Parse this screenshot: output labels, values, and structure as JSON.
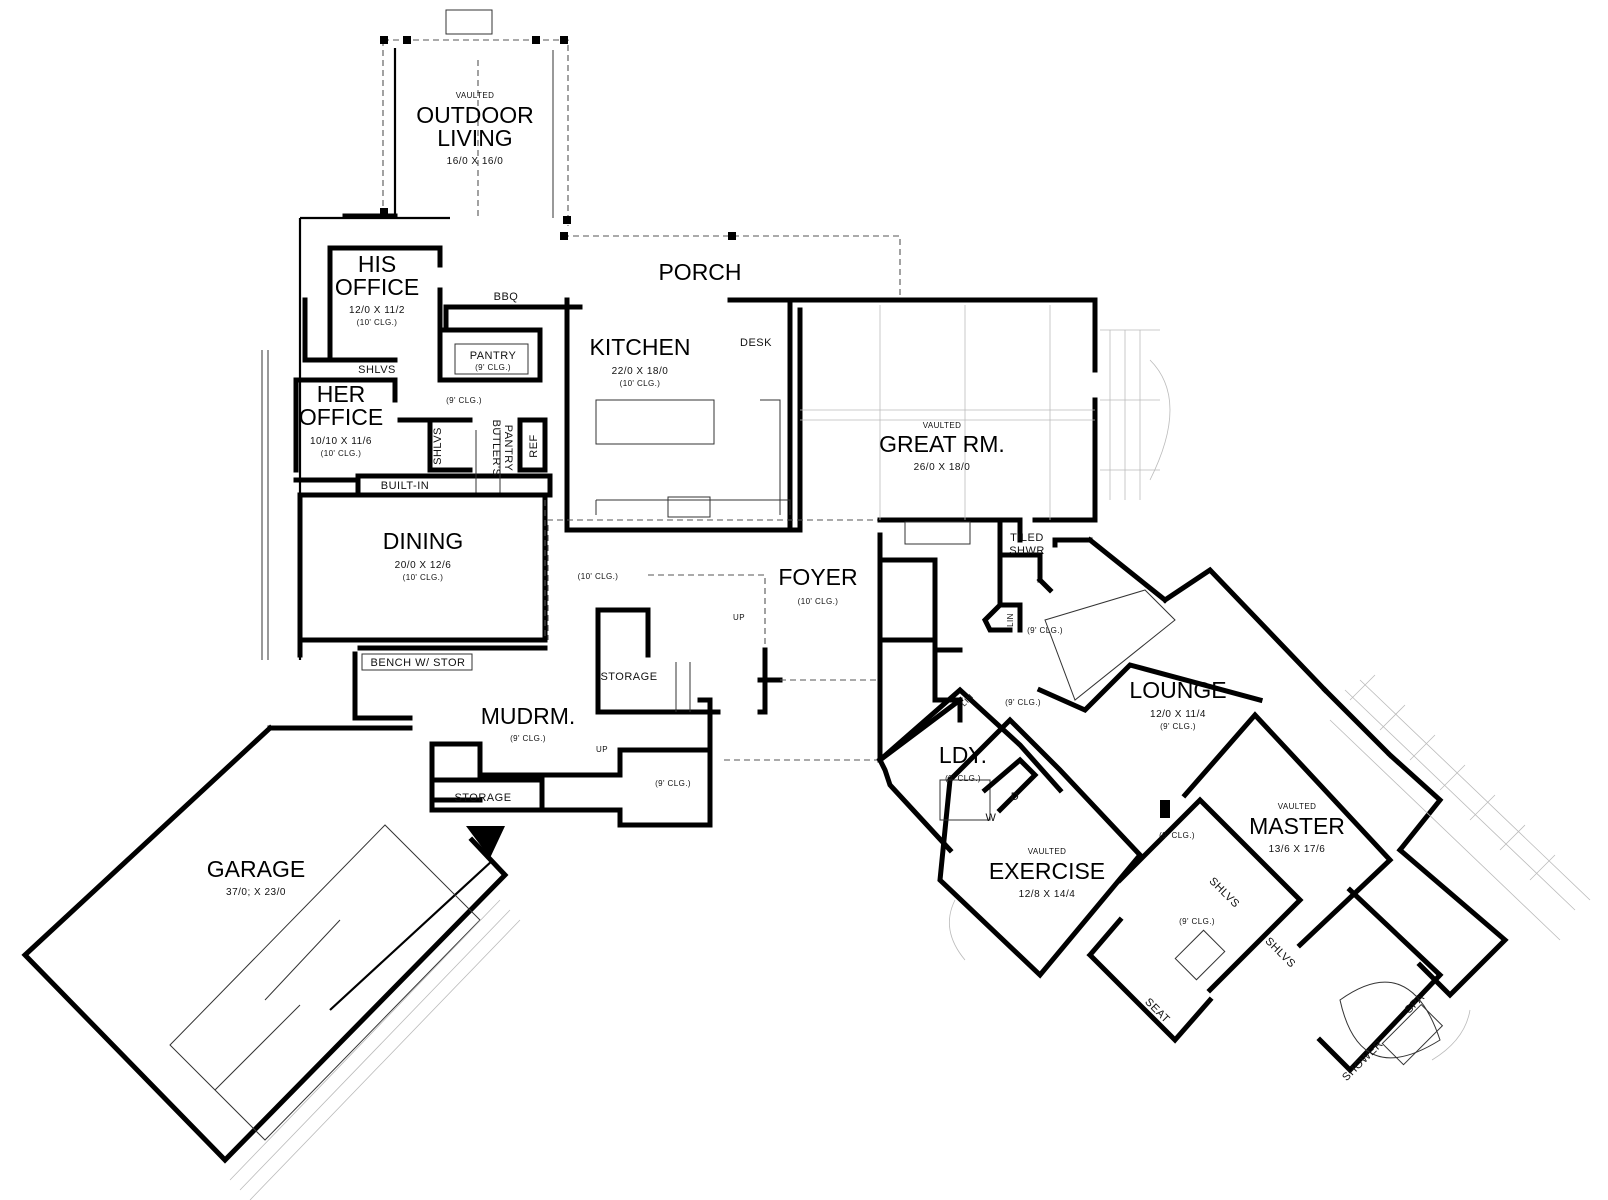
{
  "rooms": {
    "outdoor_living": {
      "note": "VAULTED",
      "name_line1": "OUTDOOR",
      "name_line2": "LIVING",
      "size": "16/0 X 16/0"
    },
    "porch": {
      "name": "PORCH"
    },
    "his_office": {
      "name_line1": "HIS",
      "name_line2": "OFFICE",
      "size": "12/0 X 11/2",
      "ceiling": "(10' CLG.)"
    },
    "her_office": {
      "name_line1": "HER",
      "name_line2": "OFFICE",
      "size": "10/10 X 11/6",
      "ceiling": "(10' CLG.)"
    },
    "kitchen": {
      "name": "KITCHEN",
      "size": "22/0 X 18/0",
      "ceiling": "(10' CLG.)"
    },
    "great_room": {
      "note": "VAULTED",
      "name": "GREAT RM.",
      "size": "26/0 X 18/0"
    },
    "dining": {
      "name": "DINING",
      "size": "20/0 X 12/6",
      "ceiling": "(10' CLG.)"
    },
    "foyer": {
      "name": "FOYER",
      "ceiling": "(10' CLG.)"
    },
    "mudroom": {
      "name": "MUDRM.",
      "ceiling": "(9' CLG.)"
    },
    "garage": {
      "name": "GARAGE",
      "size": "37/0; X 23/0"
    },
    "lounge": {
      "name": "LOUNGE",
      "size": "12/0 X 11/4",
      "ceiling": "(9' CLG.)"
    },
    "laundry": {
      "name": "LDY.",
      "ceiling": "(9' CLG.)"
    },
    "exercise": {
      "note": "VAULTED",
      "name": "EXERCISE",
      "size": "12/8 X 14/4"
    },
    "master": {
      "note": "VAULTED",
      "name": "MASTER",
      "size": "13/6 X 17/6"
    }
  },
  "labels": {
    "bbq": "BBQ",
    "pantry": "PANTRY",
    "pantry_clg": "(9' CLG.)",
    "desk": "DESK",
    "shlvs": "SHLVS",
    "butlers_pantry": "BUTLER'S",
    "butlers_pantry2": "PANTRY",
    "ref": "REF",
    "built_in": "BUILT-IN",
    "hall_clg": "(9' CLG.)",
    "foyer_closet_clg": "(10' CLG.)",
    "bench": "BENCH W/ STOR",
    "storage": "STORAGE",
    "up": "UP",
    "bath_clg": "(9' CLG.)",
    "tiled_shwr1": "TILED",
    "tiled_shwr2": "SHWR",
    "lin": "LIN",
    "wing_hall_clg": "(9' CLG.)",
    "hall2_clg": "(9' CLG.)",
    "closet_clg": "(9' CLG.)",
    "w": "W",
    "d": "D",
    "seat": "SEAT",
    "spa": "SPA",
    "shower": "SHOWER"
  }
}
